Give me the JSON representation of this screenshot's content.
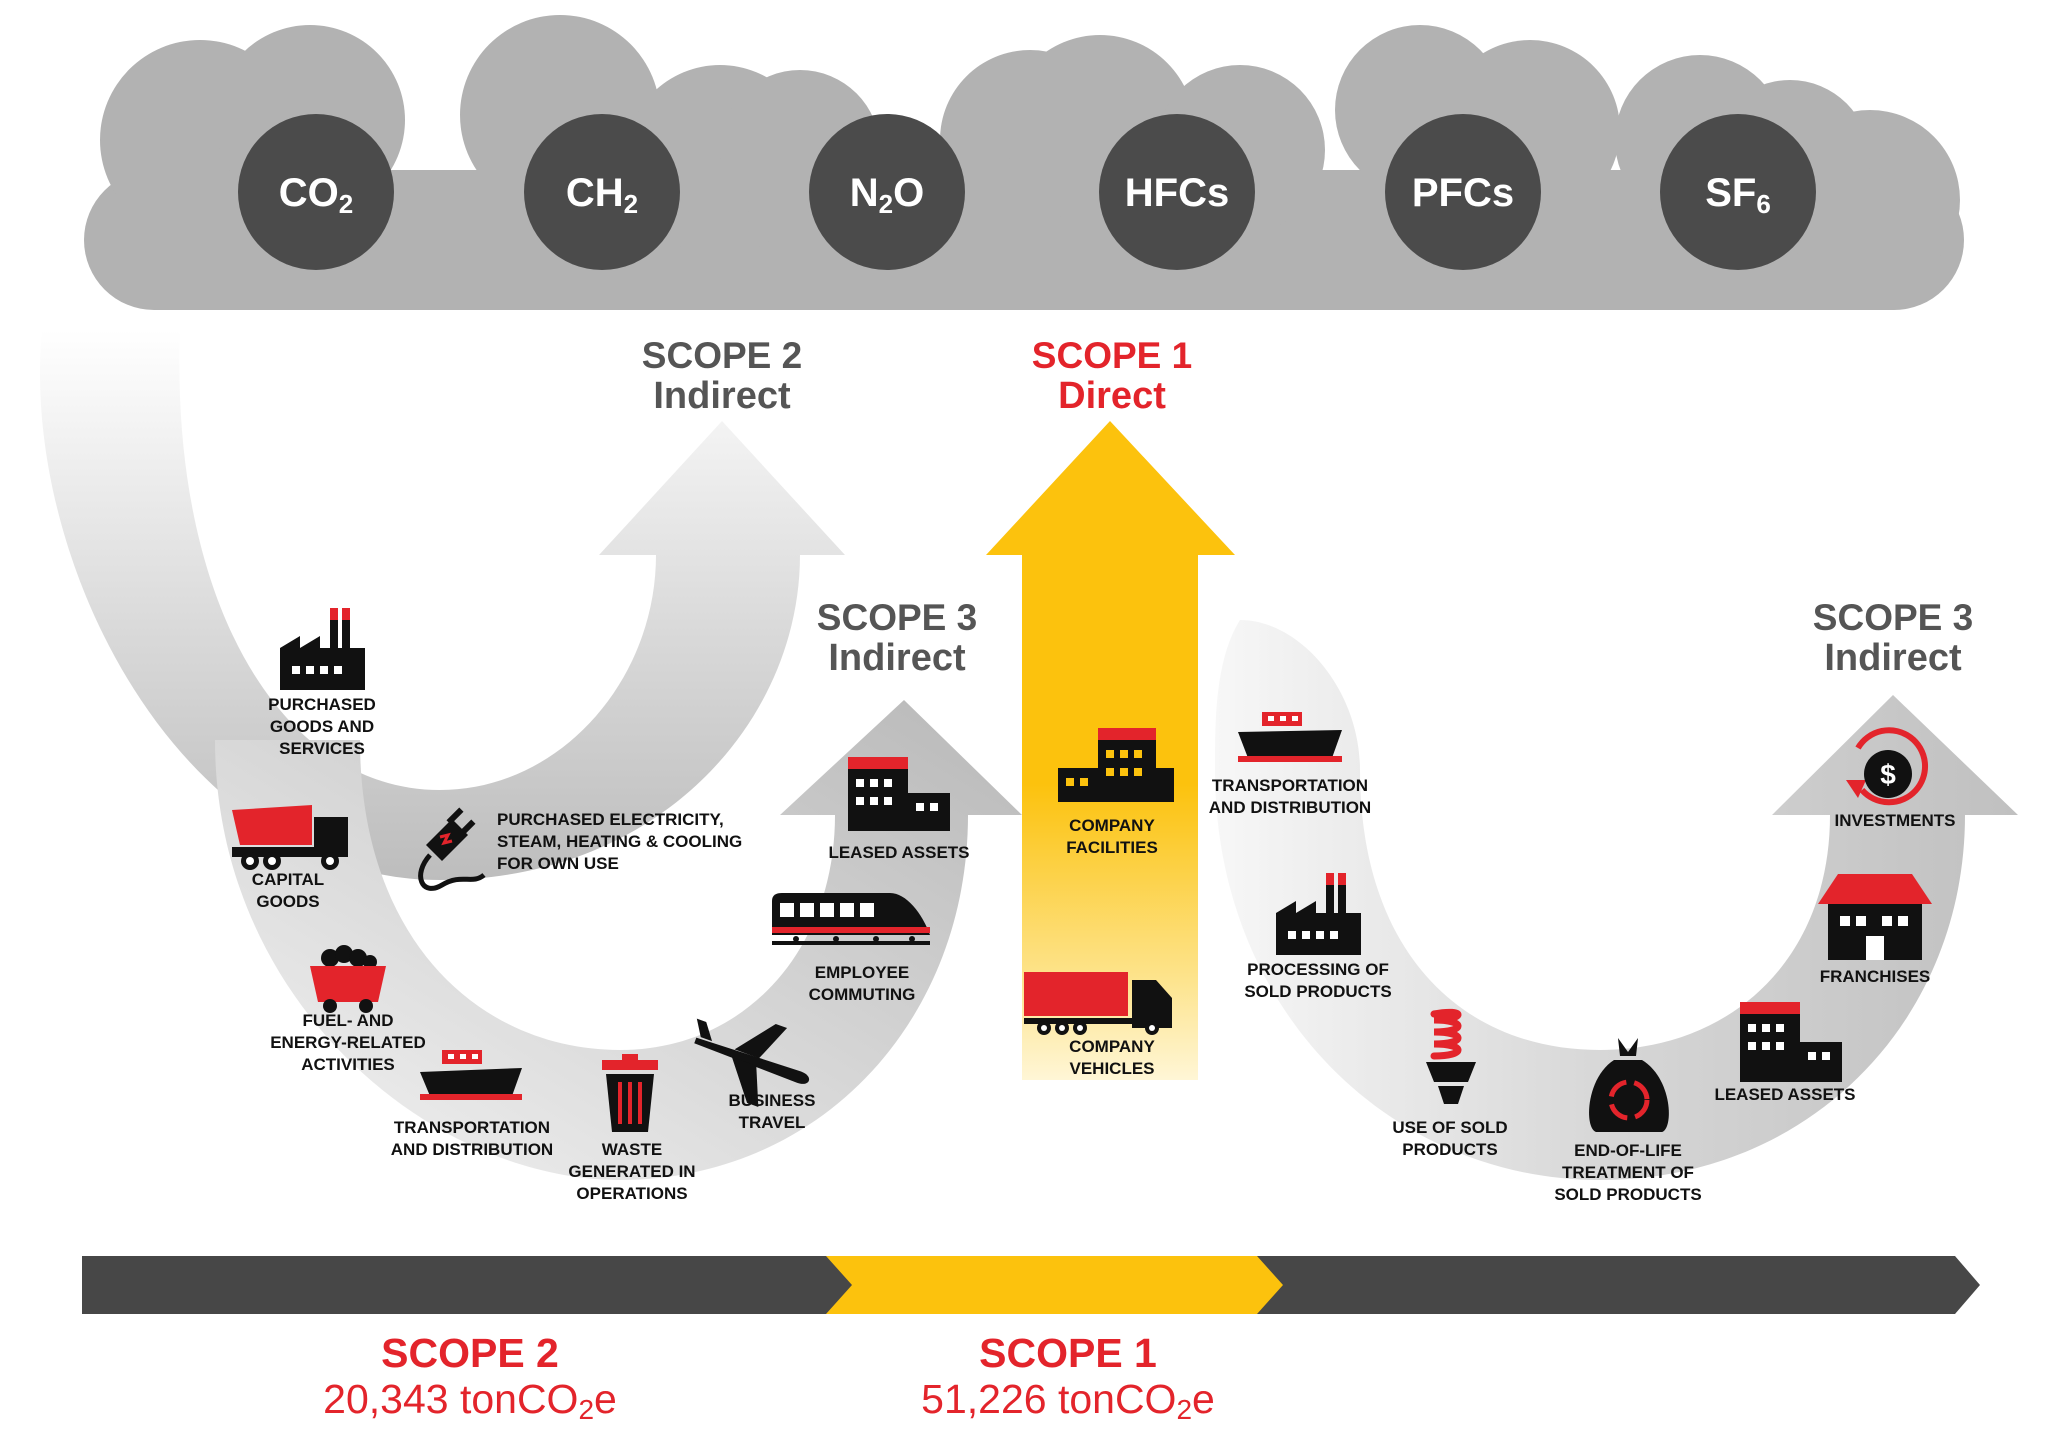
{
  "colors": {
    "red": "#e3242b",
    "yellow": "#fcc20d",
    "dark": "#474747",
    "cloud": "#b2b2b2",
    "gasCircle": "#4b4b4b",
    "arrowGrey": "#d2d2d2",
    "icon": "#111111"
  },
  "gases": [
    {
      "base": "CO",
      "sub": "2"
    },
    {
      "base": "CH",
      "sub": "2"
    },
    {
      "base": "N",
      "sub": "2",
      "tail": "O"
    },
    {
      "base": "HFCs",
      "sub": ""
    },
    {
      "base": "PFCs",
      "sub": ""
    },
    {
      "base": "SF",
      "sub": "6"
    }
  ],
  "arrow_headings": {
    "scope2": {
      "line1": "SCOPE 2",
      "line2": "Indirect"
    },
    "scope1": {
      "line1": "SCOPE 1",
      "line2": "Direct"
    },
    "scope3_left": {
      "line1": "SCOPE 3",
      "line2": "Indirect"
    },
    "scope3_right": {
      "line1": "SCOPE 3",
      "line2": "Indirect"
    }
  },
  "labels": {
    "purchased_goods": [
      "PURCHASED",
      "GOODS AND",
      "SERVICES"
    ],
    "capital_goods": [
      "CAPITAL",
      "GOODS"
    ],
    "purchased_electricity": [
      "PURCHASED ELECTRICITY,",
      "STEAM, HEATING & COOLING",
      "FOR OWN USE"
    ],
    "fuel_energy": [
      "FUEL- AND",
      "ENERGY-RELATED",
      "ACTIVITIES"
    ],
    "transport_upstream": [
      "TRANSPORTATION",
      "AND DISTRIBUTION"
    ],
    "waste": [
      "WASTE",
      "GENERATED IN",
      "OPERATIONS"
    ],
    "business_travel": [
      "BUSINESS",
      "TRAVEL"
    ],
    "employee_commuting": [
      "EMPLOYEE",
      "COMMUTING"
    ],
    "leased_assets_up": [
      "LEASED ASSETS"
    ],
    "company_facilities": [
      "COMPANY",
      "FACILITIES"
    ],
    "company_vehicles": [
      "COMPANY",
      "VEHICLES"
    ],
    "transport_downstream": [
      "TRANSPORTATION",
      "AND DISTRIBUTION"
    ],
    "processing": [
      "PROCESSING OF",
      "SOLD PRODUCTS"
    ],
    "use_sold": [
      "USE OF SOLD",
      "PRODUCTS"
    ],
    "end_of_life": [
      "END-OF-LIFE",
      "TREATMENT OF",
      "SOLD PRODUCTS"
    ],
    "leased_assets_down": [
      "LEASED ASSETS"
    ],
    "franchises": [
      "FRANCHISES"
    ],
    "investments": [
      "INVESTMENTS"
    ]
  },
  "totals": {
    "scope2": {
      "title": "SCOPE 2",
      "value": "20,343 tonCO",
      "sub": "2",
      "tail": "e"
    },
    "scope1": {
      "title": "SCOPE 1",
      "value": "51,226 tonCO",
      "sub": "2",
      "tail": "e"
    }
  }
}
